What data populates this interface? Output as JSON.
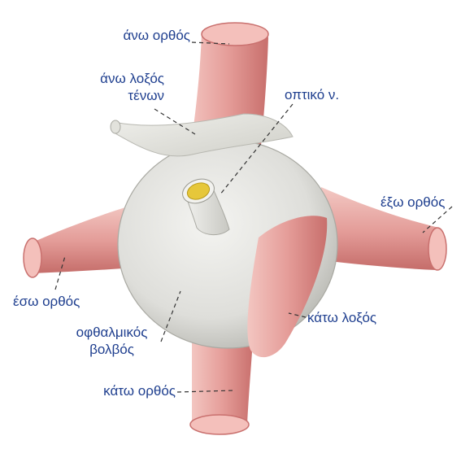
{
  "labels": {
    "superior_rectus": "άνω ορθός",
    "superior_oblique_line1": "άνω λοξός",
    "superior_oblique_line2": "τένων",
    "optic_nerve": "οπτικό ν.",
    "lateral_rectus": "έξω ορθός",
    "medial_rectus": "έσω ορθός",
    "inferior_oblique": "κάτω λοξός",
    "eyeball_line1": "οφθαλμικός",
    "eyeball_line2": "βολβός",
    "inferior_rectus": "κάτω ορθός"
  },
  "colors": {
    "label_text": "#1f3f8f",
    "muscle": "#e9a3a0",
    "muscle_dark": "#c9706e",
    "muscle_end": "#f1b7b3",
    "eyeball": "#e8e8e4",
    "optic_nerve_core": "#e6c73a",
    "tendon": "#dcdcd6"
  }
}
